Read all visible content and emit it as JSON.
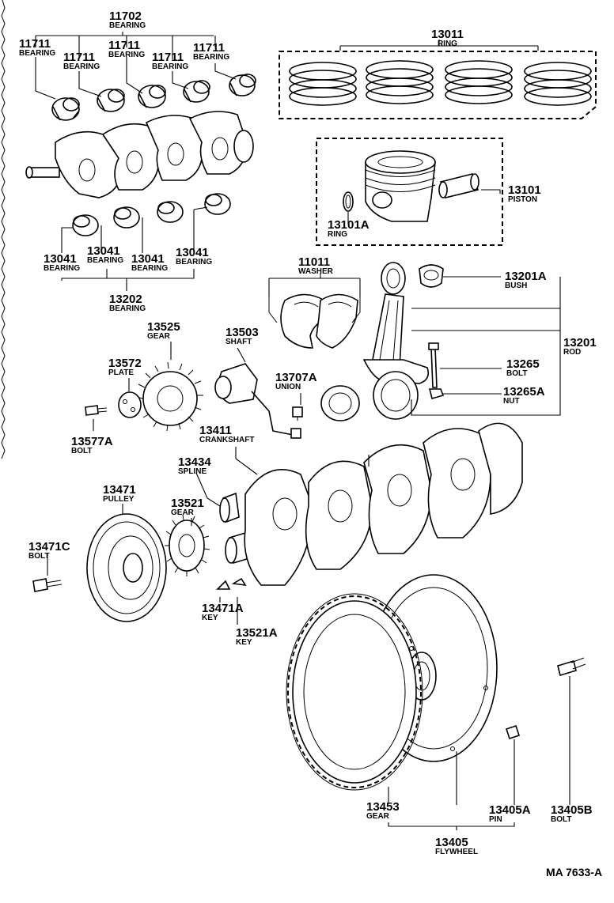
{
  "labels": {
    "p11702": {
      "num": "11702",
      "name": "BEARING"
    },
    "p11711a": {
      "num": "11711",
      "name": "BEARING"
    },
    "p11711b": {
      "num": "11711",
      "name": "BEARING"
    },
    "p11711c": {
      "num": "11711",
      "name": "BEARING"
    },
    "p11711d": {
      "num": "11711",
      "name": "BEARING"
    },
    "p11711e": {
      "num": "11711",
      "name": "BEARING"
    },
    "p13011": {
      "num": "13011",
      "name": "RING"
    },
    "p13101": {
      "num": "13101",
      "name": "PISTON"
    },
    "p13101a": {
      "num": "13101A",
      "name": "RING"
    },
    "p13041a": {
      "num": "13041",
      "name": "BEARING"
    },
    "p13041b": {
      "num": "13041",
      "name": "BEARING"
    },
    "p13041c": {
      "num": "13041",
      "name": "BEARING"
    },
    "p13041d": {
      "num": "13041",
      "name": "BEARING"
    },
    "p13202": {
      "num": "13202",
      "name": "BEARING"
    },
    "p11011": {
      "num": "11011",
      "name": "WASHER"
    },
    "p13201a": {
      "num": "13201A",
      "name": "BUSH"
    },
    "p13201": {
      "num": "13201",
      "name": "ROD"
    },
    "p13265": {
      "num": "13265",
      "name": "BOLT"
    },
    "p13265a": {
      "num": "13265A",
      "name": "NUT"
    },
    "p13525": {
      "num": "13525",
      "name": "GEAR"
    },
    "p13503": {
      "num": "13503",
      "name": "SHAFT"
    },
    "p13572": {
      "num": "13572",
      "name": "PLATE"
    },
    "p13707a": {
      "num": "13707A",
      "name": "UNION"
    },
    "p13577a": {
      "num": "13577A",
      "name": "BOLT"
    },
    "p13411": {
      "num": "13411",
      "name": "CRANKSHAFT"
    },
    "p13434": {
      "num": "13434",
      "name": "SPLINE"
    },
    "p13471": {
      "num": "13471",
      "name": "PULLEY"
    },
    "p13521": {
      "num": "13521",
      "name": "GEAR"
    },
    "p13471c": {
      "num": "13471C",
      "name": "BOLT"
    },
    "p13471a": {
      "num": "13471A",
      "name": "KEY"
    },
    "p13521a": {
      "num": "13521A",
      "name": "KEY"
    },
    "p13453": {
      "num": "13453",
      "name": "GEAR"
    },
    "p13405a": {
      "num": "13405A",
      "name": "PIN"
    },
    "p13405b": {
      "num": "13405B",
      "name": "BOLT"
    },
    "p13405": {
      "num": "13405",
      "name": "FLYWHEEL"
    }
  },
  "figure_code": "MA 7633-A"
}
